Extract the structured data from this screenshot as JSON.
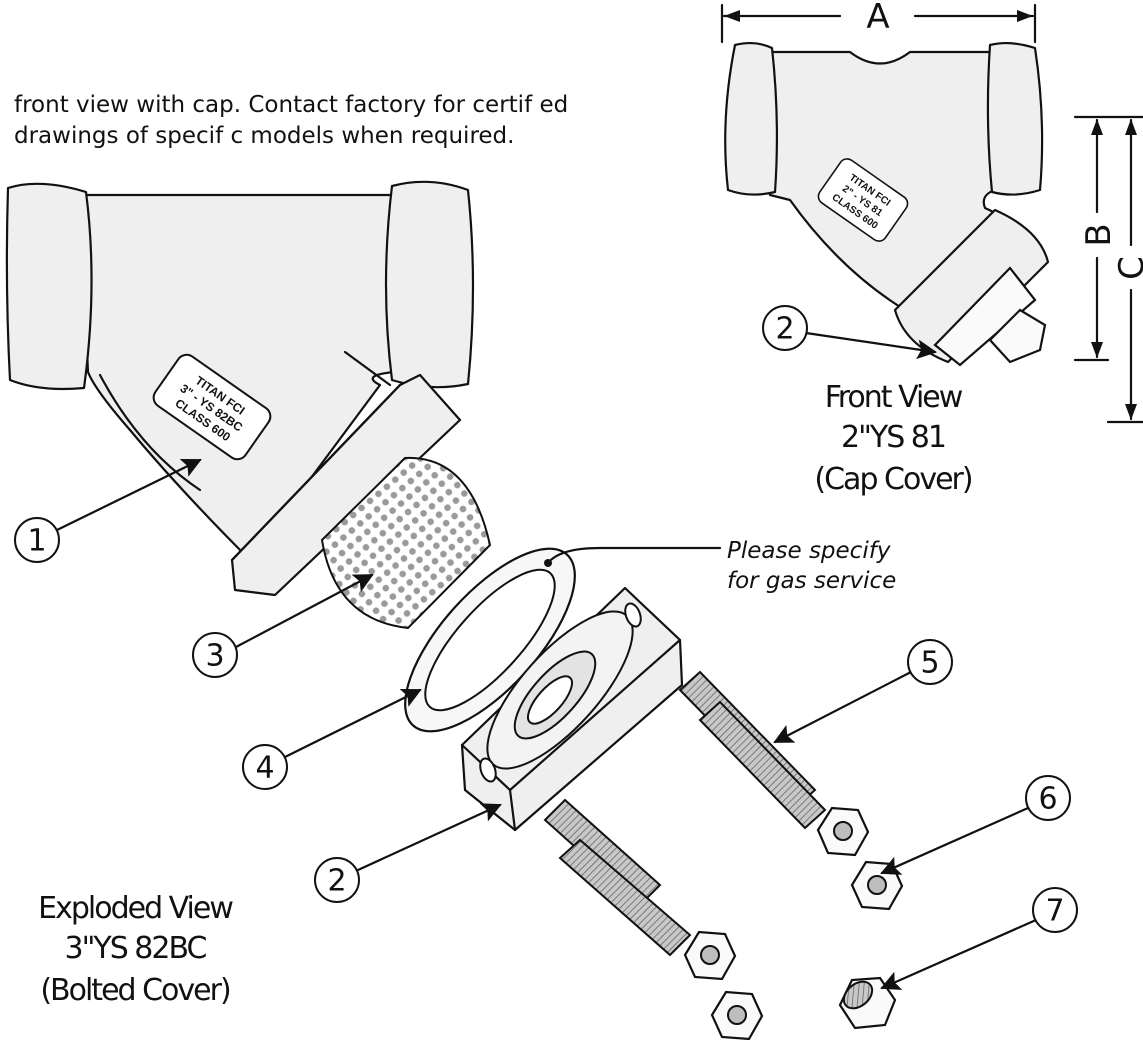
{
  "intro_note": {
    "line1": "front view with cap. Contact factory for certif ed",
    "line2": "drawings of specif c models when required."
  },
  "front_view": {
    "nameplate": [
      "TITAN FCI",
      "2\" - YS 81",
      "CLASS 600"
    ],
    "caption": [
      "Front View",
      "2\"YS 81",
      "(Cap Cover)"
    ],
    "dimensions": {
      "a": "A",
      "b": "B",
      "c": "C"
    },
    "callout": "2"
  },
  "exploded_view": {
    "nameplate": [
      "TITAN FCI",
      "3\" - YS 82BC",
      "CLASS 600"
    ],
    "caption": [
      "Exploded View",
      "3\"YS 82BC",
      "(Bolted Cover)"
    ],
    "gasket_note": [
      "Please specify",
      "for gas service"
    ],
    "callouts": [
      "1",
      "2",
      "3",
      "4",
      "5",
      "6",
      "7"
    ]
  }
}
